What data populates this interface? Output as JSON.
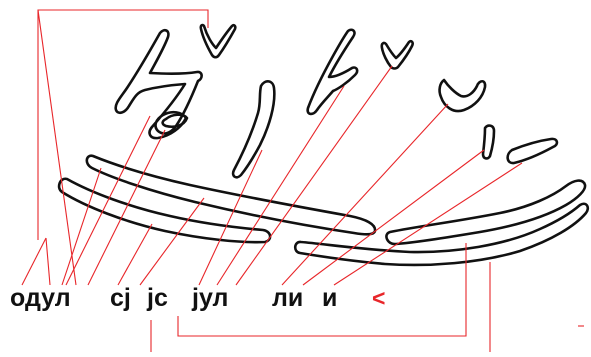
{
  "labels": {
    "odul": "одул",
    "sj": "сј",
    "js": "јс",
    "jul": "јул",
    "li": "ли",
    "i": "и",
    "mark": "<"
  },
  "colors": {
    "ink": "#111111",
    "leader": "#e8262a",
    "background": "#ffffff"
  }
}
